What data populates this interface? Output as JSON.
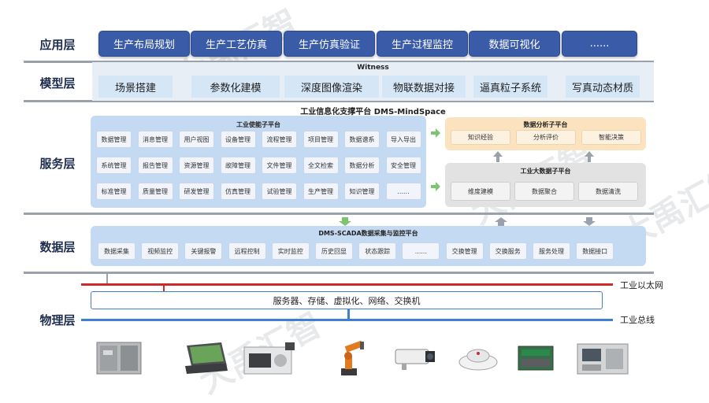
{
  "layers": {
    "app": "应用层",
    "model": "模型层",
    "service": "服务层",
    "data": "数据层",
    "physical": "物理层"
  },
  "app_items": [
    "生产布局规划",
    "生产工艺仿真",
    "生产仿真验证",
    "生产过程监控",
    "数据可视化",
    "......"
  ],
  "witness_title": "Witness",
  "model_items": [
    "场景搭建",
    "参数化建模",
    "深度图像渲染",
    "物联数据对接",
    "逼真粒子系统",
    "写真动态材质"
  ],
  "platform_title": "工业信息化支撑平台 DMS-MindSpace",
  "enable_platform": {
    "title": "工业使能子平台",
    "rows": [
      [
        "数据管理",
        "消息管理",
        "用户视图",
        "设备管理",
        "流程管理",
        "项目管理",
        "数据谱系",
        "导入导出"
      ],
      [
        "系统管理",
        "报告管理",
        "资源管理",
        "故障管理",
        "文件管理",
        "全文检索",
        "数据分析",
        "安全管理"
      ],
      [
        "标准管理",
        "质量管理",
        "研发管理",
        "仿真管理",
        "试验管理",
        "生产管理",
        "知识管理",
        "......"
      ]
    ]
  },
  "analysis_platform": {
    "title": "数据分析子平台",
    "items": [
      "知识经验",
      "分析评价",
      "智能决策"
    ]
  },
  "bigdata_platform": {
    "title": "工业大数据子平台",
    "items": [
      "维度建模",
      "数据聚合",
      "数据清洗"
    ]
  },
  "scada": {
    "title": "DMS-SCADA数据采集与监控平台",
    "items": [
      "数据采集",
      "视频监控",
      "关键报警",
      "远程控制",
      "实时监控",
      "历史回显",
      "状态跟踪",
      "......",
      "交换管理",
      "交换服务",
      "服务处理",
      "数据接口"
    ]
  },
  "network": {
    "ethernet": "工业以太网",
    "infra": "服务器、存储、虚拟化、网络、交换机",
    "bus": "工业总线"
  },
  "devices": [
    "server-cabinet",
    "rugged-laptop",
    "industrial-machine",
    "robot-arm",
    "security-camera",
    "smoke-detector",
    "io-module",
    "control-panel"
  ],
  "watermark": "大禹汇智",
  "colors": {
    "app_button": "#3a5ba8",
    "model_box": "#d5e6f7",
    "service_panel": "#c4daf2",
    "analysis_panel": "#fbe3bf",
    "bigdata_panel": "#e2e2e2",
    "ethernet_line": "#cc2b2b",
    "bus_line": "#3f7fd0",
    "arrow_green": "#7cc46f"
  }
}
